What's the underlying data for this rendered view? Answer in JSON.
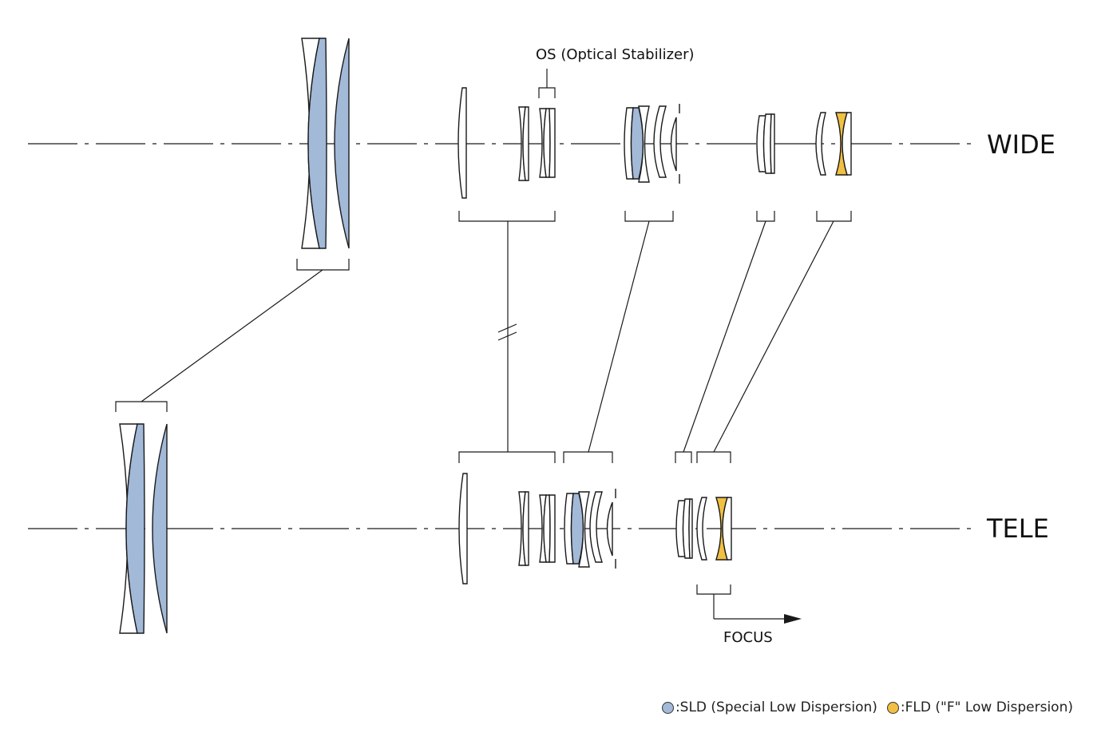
{
  "labels": {
    "wide": "WIDE",
    "tele": "TELE",
    "os": "OS (Optical Stabilizer)",
    "focus": "FOCUS"
  },
  "colors": {
    "sld": "#a2b9d8",
    "fld": "#f1c042",
    "line": "#1a1a1a"
  },
  "legend": [
    {
      "label": ":SLD (Special Low Dispersion)",
      "color": "#a2b9d8"
    },
    {
      "label": ":FLD (\"F\" Low Dispersion)",
      "color": "#f1c042"
    }
  ]
}
